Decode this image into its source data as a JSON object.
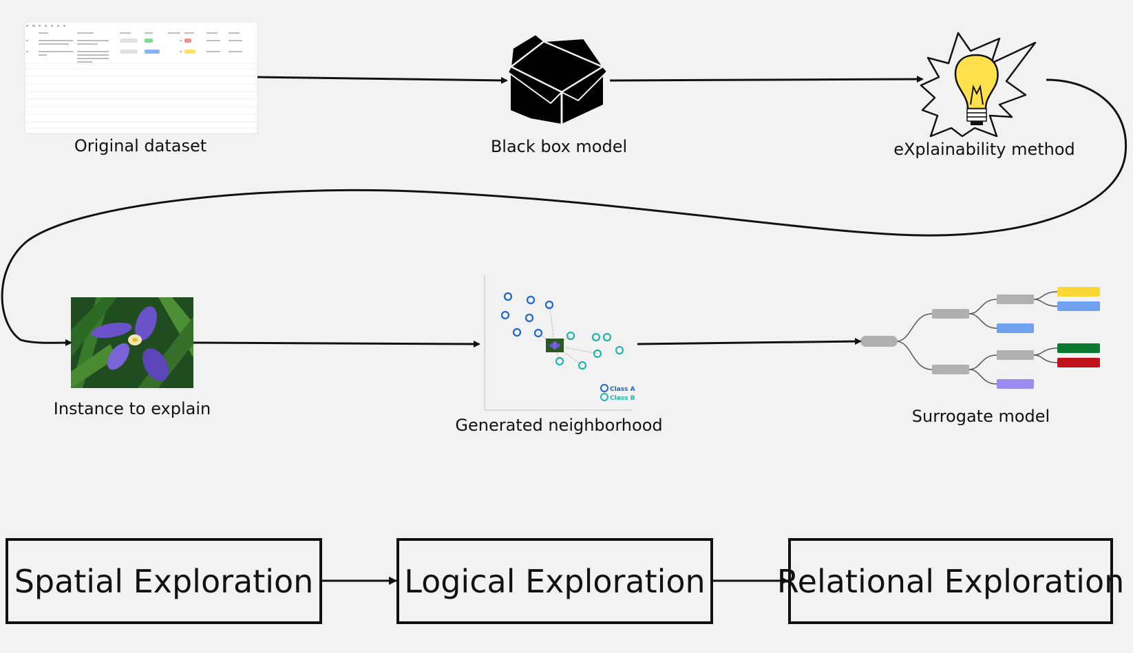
{
  "labels": {
    "original_dataset": "Original dataset",
    "black_box_model": "Black box model",
    "explainability_method": "eXplainability method",
    "instance_to_explain": "Instance to explain",
    "generated_neighborhood": "Generated neighborhood",
    "surrogate_model": "Surrogate model"
  },
  "legend": {
    "class_a": "Class A",
    "class_b": "Class B"
  },
  "stages": [
    "Spatial Exploration",
    "Logical Exploration",
    "Relational Exploration"
  ],
  "colors": {
    "background": "#f2f2f2",
    "class_a": "#1a66cc",
    "class_b": "#1fb5a8",
    "bulb": "#ffe14d",
    "leaf_yellow": "#fdd835",
    "leaf_blue": "#6fa3ef",
    "leaf_green": "#0b7a2e",
    "leaf_red": "#c0121b",
    "leaf_purple": "#9b8df0",
    "node_gray": "#b0b0b0"
  }
}
